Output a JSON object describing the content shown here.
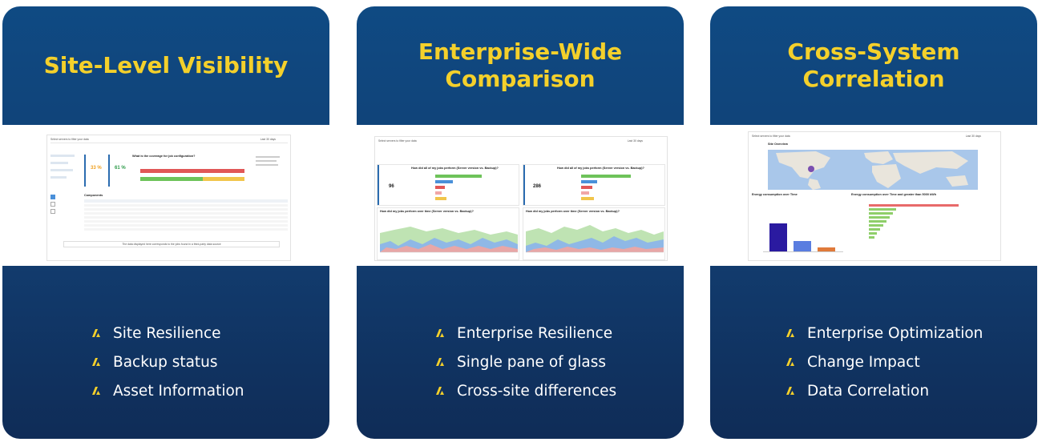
{
  "cards": [
    {
      "title": "Site-Level Visibility",
      "bullets": [
        "Site Resilience",
        "Backup status",
        "Asset Information"
      ],
      "screenshot": {
        "search_placeholder": "Select servers to filter your data",
        "date_range": "Last 30 days",
        "chart_heading": "What is the coverage for job configuration?",
        "components_heading": "Components",
        "footer_note": "The data displayed here corresponds to the jobs found in a third-party data source"
      }
    },
    {
      "title": "Enterprise-Wide Comparison",
      "bullets": [
        "Enterprise Resilience",
        "Single pane of glass",
        "Cross-site differences"
      ],
      "screenshot": {
        "search_placeholder": "Select servers to filter your data",
        "date_range": "Last 30 days",
        "panels": [
          {
            "kpi": "96",
            "bar_chart_title": "How did all of my jobs perform (Server version vs. Backup)?",
            "area_chart_title": "How did my jobs perform over time (Server version vs. Backup)?"
          },
          {
            "kpi": "286",
            "bar_chart_title": "How did all of my jobs perform (Server version vs. Backup)?",
            "area_chart_title": "How did my jobs perform over time (Server version vs. Backup)?"
          }
        ]
      }
    },
    {
      "title": "Cross-System Correlation",
      "bullets": [
        "Enterprise Optimization",
        "Change Impact",
        "Data Correlation"
      ],
      "screenshot": {
        "search_placeholder": "Select servers to filter your data",
        "date_range": "Last 30 days",
        "map_title": "Site Overview",
        "left_chart_title": "Energy consumption over Time",
        "right_chart_title": "Energy consumption over Time and greater than 5000 kWh"
      }
    }
  ],
  "colors": {
    "title_yellow": "#f4d02b",
    "card_blue": "#123d70",
    "bullet_white": "#ffffff"
  },
  "icons": {
    "bullet": "yellow-chevron-icon"
  }
}
